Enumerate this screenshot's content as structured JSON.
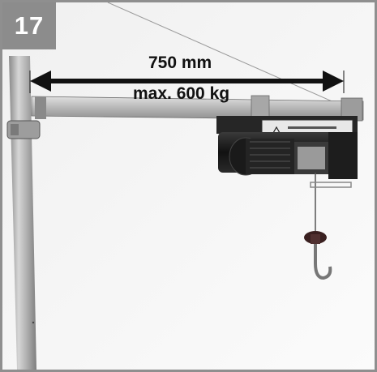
{
  "figure": {
    "number": "17",
    "dimension_label": "750 mm",
    "load_label": "max. 600 kg"
  },
  "colors": {
    "badge": "#8c8c8c",
    "border": "#8f8f8f",
    "hoist_body": "#1c1c1c",
    "boom": "#bdbdbd"
  }
}
